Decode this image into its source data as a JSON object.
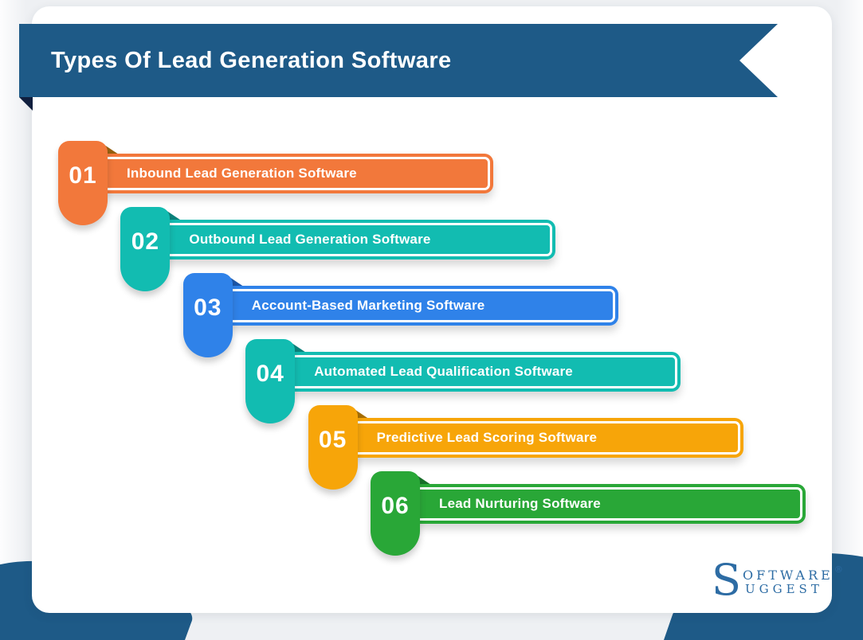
{
  "banner": {
    "title": "Types Of Lead Generation Software"
  },
  "items": [
    {
      "number": "01",
      "label": "Inbound Lead Generation Software",
      "color": "#F2783B",
      "shadow_color": "#97600F"
    },
    {
      "number": "02",
      "label": "Outbound Lead Generation Software",
      "color": "#12BCB1",
      "shadow_color": "#0B837C"
    },
    {
      "number": "03",
      "label": "Account-Based Marketing Software",
      "color": "#2F82E9",
      "shadow_color": "#1C56A8"
    },
    {
      "number": "04",
      "label": "Automated Lead Qualification Software",
      "color": "#12BCB1",
      "shadow_color": "#0B837C"
    },
    {
      "number": "05",
      "label": "Predictive Lead Scoring Software",
      "color": "#F7A509",
      "shadow_color": "#A86F05"
    },
    {
      "number": "06",
      "label": "Lead Nurturing Software",
      "color": "#29A737",
      "shadow_color": "#18702A"
    }
  ],
  "logo": {
    "big_letter": "S",
    "line1": "OFTWARE",
    "line2": "UGGEST",
    "registered": "®"
  },
  "colors": {
    "ribbon": "#1E5A87",
    "fold": "#101F3E",
    "logo": "#2D6CA4"
  }
}
